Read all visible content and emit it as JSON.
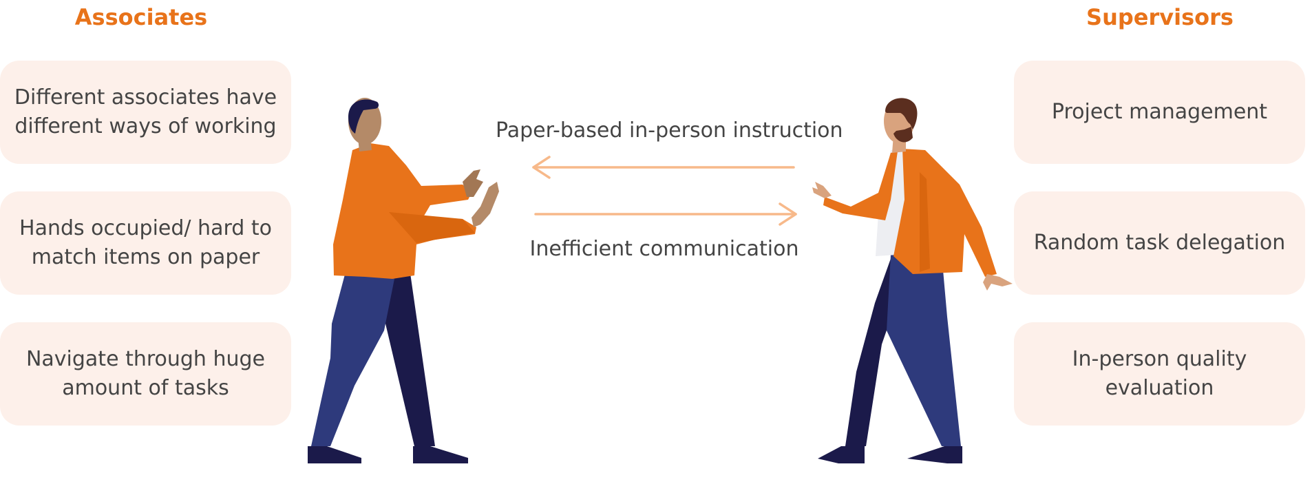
{
  "colors": {
    "accent": "#E8731A",
    "card_bg": "#FDF0EA",
    "arrow": "#F7B98A",
    "text": "#444444",
    "pants_light": "#2E3A7C",
    "pants_dark": "#1B1A4A",
    "skin_left": "#B48A68",
    "skin_right": "#D9A37E"
  },
  "associates": {
    "title": "Associates",
    "cards": [
      {
        "lines": [
          "Different associates have",
          "different ways of working"
        ]
      },
      {
        "lines": [
          "Hands occupied/ hard to",
          "match items on paper"
        ]
      },
      {
        "lines": [
          "Navigate through huge",
          "amount of tasks"
        ]
      }
    ]
  },
  "supervisors": {
    "title": "Supervisors",
    "cards": [
      {
        "lines": [
          "Project management"
        ]
      },
      {
        "lines": [
          "Random task delegation"
        ]
      },
      {
        "lines": [
          "In-person quality",
          "evaluation"
        ]
      }
    ]
  },
  "flows": {
    "top_label": "Paper-based in-person instruction",
    "top_direction": "toward associates",
    "bottom_label": "Inefficient communication",
    "bottom_direction": "toward supervisors"
  },
  "figures": {
    "left_icon": "associate-person-illustration",
    "right_icon": "supervisor-person-illustration"
  }
}
